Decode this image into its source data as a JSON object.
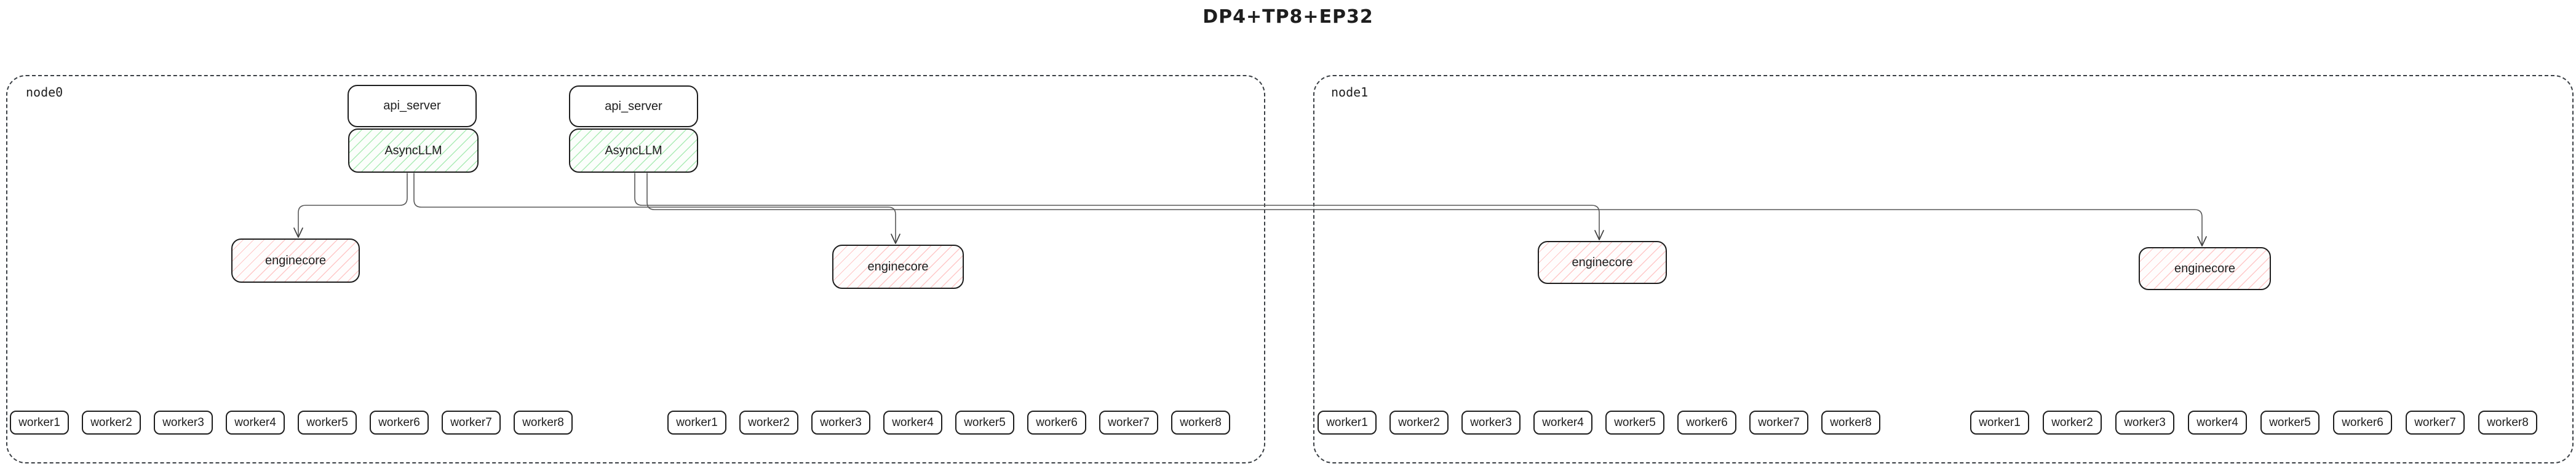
{
  "title": "DP4+TP8+EP32",
  "colors": {
    "box_border": "#1e1e1e",
    "node_border": "#3a3f44",
    "green_hatch": "#69db7c",
    "red_hatch": "#ff8787",
    "connector": "#595959"
  },
  "nodes": [
    {
      "label": "node0",
      "api_servers": [
        {
          "label": "api_server"
        },
        {
          "label": "api_server"
        }
      ],
      "async_llms": [
        {
          "label": "AsyncLLM"
        },
        {
          "label": "AsyncLLM"
        }
      ],
      "engine_cores": [
        {
          "label": "enginecore"
        },
        {
          "label": "enginecore"
        }
      ],
      "worker_groups": [
        [
          "worker1",
          "worker2",
          "worker3",
          "worker4",
          "worker5",
          "worker6",
          "worker7",
          "worker8"
        ],
        [
          "worker1",
          "worker2",
          "worker3",
          "worker4",
          "worker5",
          "worker6",
          "worker7",
          "worker8"
        ]
      ]
    },
    {
      "label": "node1",
      "engine_cores": [
        {
          "label": "enginecore"
        },
        {
          "label": "enginecore"
        }
      ],
      "worker_groups": [
        [
          "worker1",
          "worker2",
          "worker3",
          "worker4",
          "worker5",
          "worker6",
          "worker7",
          "worker8"
        ],
        [
          "worker1",
          "worker2",
          "worker3",
          "worker4",
          "worker5",
          "worker6",
          "worker7",
          "worker8"
        ]
      ]
    }
  ]
}
